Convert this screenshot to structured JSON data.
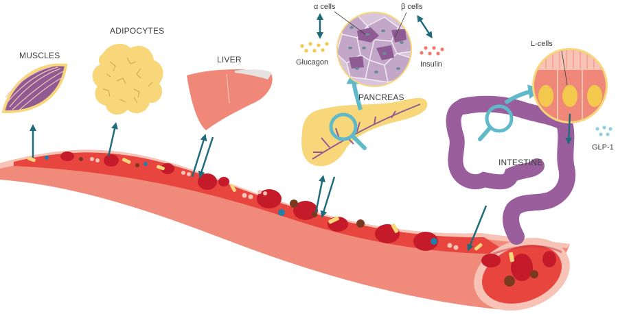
{
  "labels": {
    "muscles": "MUSCLES",
    "adipocytes": "ADIPOCYTES",
    "liver": "LIVER",
    "pancreas": "PANCREAS",
    "alpha_cells": "α cells",
    "beta_cells": "β cells",
    "glucagon": "Glucagon",
    "insulin": "Insulin",
    "l_cells": "L-cells",
    "intestine": "INTESTINE",
    "glp1": "GLP-1"
  },
  "colors": {
    "vessel_wall": "#f08a7a",
    "vessel_inner": "#e8453f",
    "red_cell": "#c41a2a",
    "arrow": "#1e6b7b",
    "highlight_arrow": "#5fb9c9",
    "magnifier": "#5fb9c9",
    "muscle": "#8e5c92",
    "fat": "#f8d77a",
    "liver": "#ef8878",
    "pancreas": "#f8d77a",
    "intestine": "#9a5e9c",
    "glucagon_dots": "#f2c94c",
    "insulin_dots": "#ef7a6e",
    "glp1_dots": "#8fd0dc"
  },
  "icons": [
    "muscle-icon",
    "adipocyte-icon",
    "liver-icon",
    "pancreas-icon",
    "islet-cells-icon",
    "intestine-icon",
    "l-cells-icon",
    "magnifier-icon",
    "blood-vessel-icon"
  ]
}
